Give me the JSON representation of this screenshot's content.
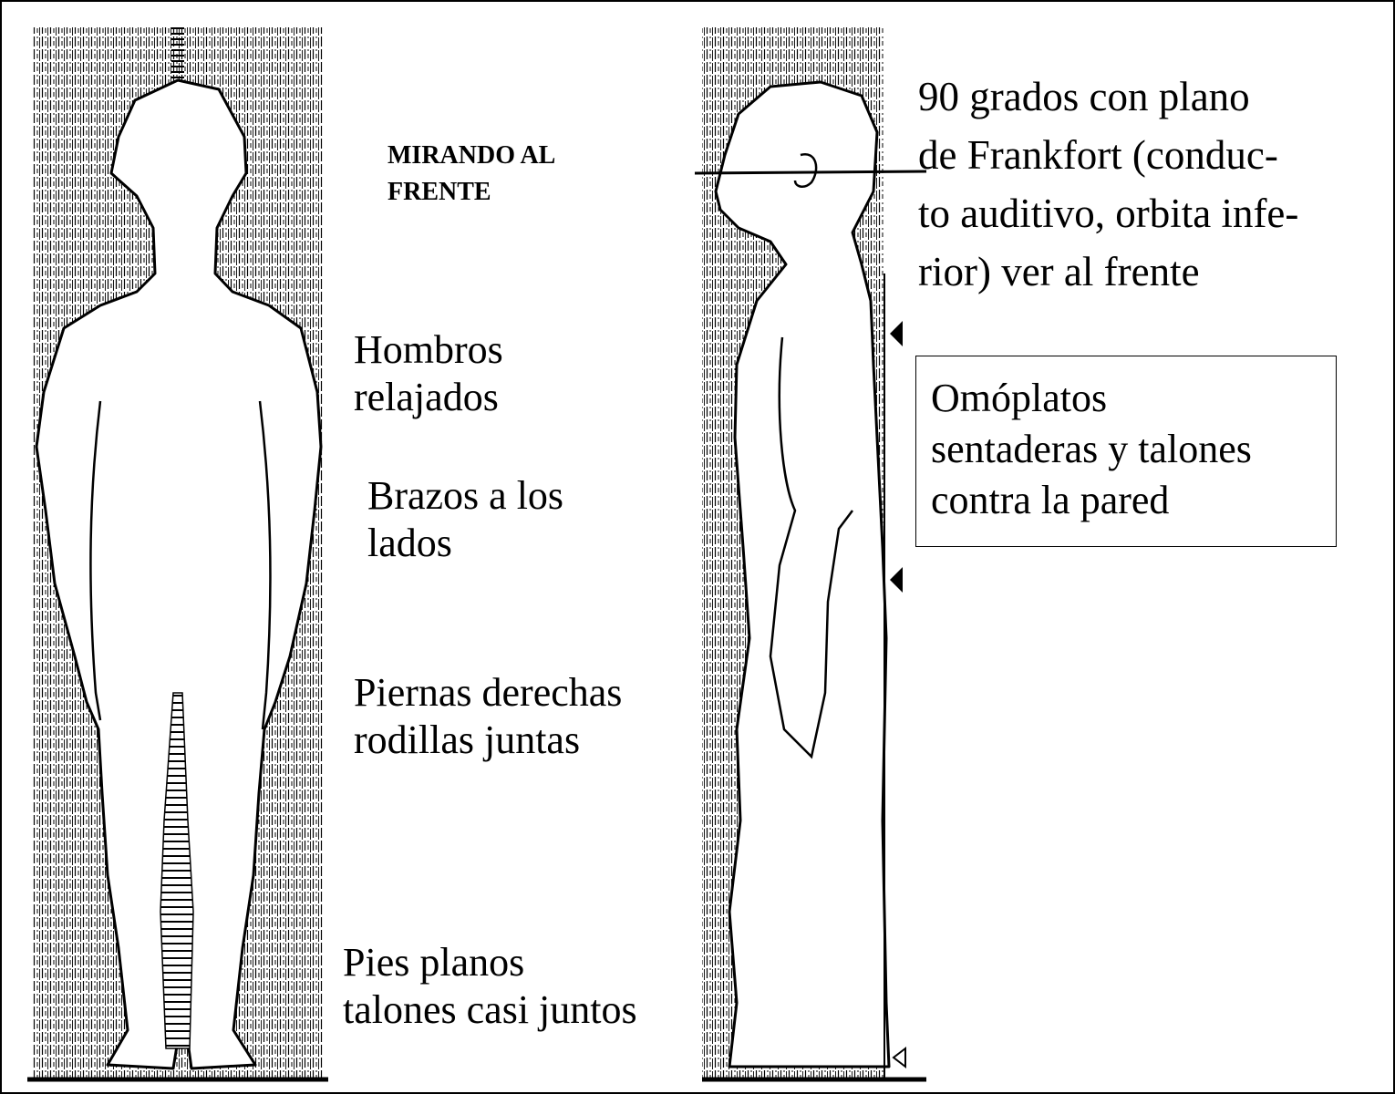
{
  "labels": {
    "looking_ahead": "MIRANDO AL\nFRENTE",
    "shoulders": "Hombros\nrelajados",
    "arms": "Brazos a los\nlados",
    "legs": "Piernas derechas\nrodillas juntas",
    "feet": "Pies planos\ntalones casi juntos",
    "frankfort": "90 grados con plano\nde Frankfort (conduc-\nto auditivo, orbita infe-\nrior) ver al frente",
    "shoulder_blades": "Omóplatos\nsentaderas y talones\ncontra la pared"
  },
  "colors": {
    "ink": "#000000",
    "paper": "#ffffff"
  }
}
